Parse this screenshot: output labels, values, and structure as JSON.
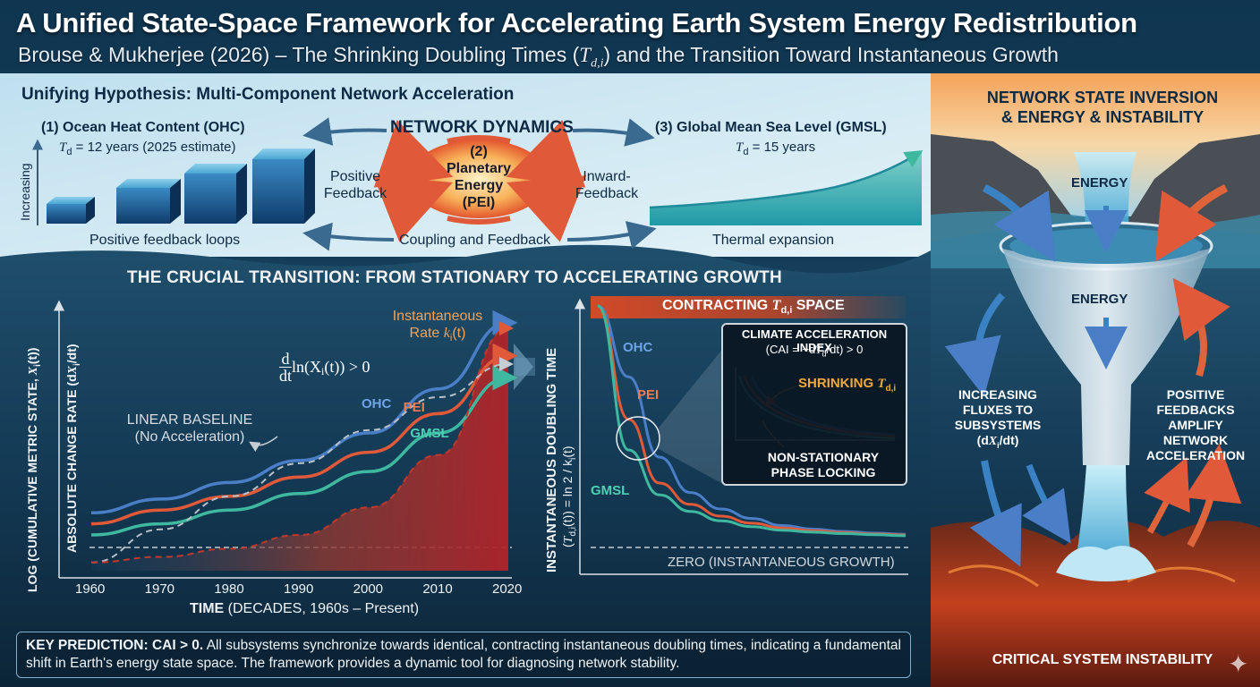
{
  "header": {
    "title": "A Unified State-Space Framework for Accelerating Earth System Energy Redistribution",
    "subtitle_pre": "Brouse & Mukherjee (2026) – The Shrinking Doubling Times (",
    "subtitle_sym": "T",
    "subtitle_sub": "d,i",
    "subtitle_post": ") and the Transition Toward Instantaneous Growth"
  },
  "hypothesis": {
    "heading": "Unifying Hypothesis: Multi-Component Network Acceleration",
    "ohc": {
      "title": "(1) Ocean Heat Content (OHC)",
      "td_sym": "T",
      "td_sub": "d",
      "td_text": " = 12 years (2025 estimate)",
      "axis_label": "Increasing",
      "caption": "Positive feedback loops"
    },
    "network": {
      "title": "NETWORK DYNAMICS",
      "core_l1": "(2)",
      "core_l2": "Planetary",
      "core_l3": "Energy",
      "core_l4": "(PEI)",
      "left_l1": "Positive",
      "left_l2": "Feedback",
      "right_l1": "Inward-",
      "right_l2": "Feedback",
      "caption": "Coupling and Feedback"
    },
    "gmsl": {
      "title": "(3) Global Mean Sea Level (GMSL)",
      "td_sym": "T",
      "td_sub": "d",
      "td_text": " = 15 years",
      "caption": "Thermal expansion"
    }
  },
  "transition": {
    "heading": "THE CRUCIAL TRANSITION: FROM STATIONARY TO ACCELERATING GROWTH",
    "y_label_outer": "LOG (CUMULATIVE METRIC STATE, ",
    "y_label_outer_sym": "X",
    "y_label_outer_sub": "i",
    "y_label_outer_end": "(t))",
    "y_label_inner": "ABSOLUTE CHANGE RATE (d",
    "y_label_inner_sym": "X",
    "y_label_inner_sub": "i",
    "y_label_inner_end": "/dt)",
    "x_label_bold": "TIME",
    "x_label_rest": " (DECADES, 1960s – Present)",
    "baseline_l1": "LINEAR BASELINE",
    "baseline_l2": "(No Acceleration)",
    "inst_l1": "Instantaneous",
    "inst_l2": "Rate ",
    "inst_sym": "k",
    "inst_sub": "i",
    "inst_end": "(t)",
    "eq_num": "d",
    "eq_den": "dt",
    "eq_rest": "ln(X",
    "eq_sub": "i",
    "eq_end": "(t)) > 0"
  },
  "doubling": {
    "banner_pre": "CONTRACTING ",
    "banner_sym": "T",
    "banner_sub": "d,i",
    "banner_post": " SPACE",
    "y_label": "INSTANTANEOUS DOUBLING TIME",
    "y_label2_pre": "(",
    "y_label2_sym": "T",
    "y_label2_sub": "d,i",
    "y_label2_post": "(t)) = ln 2 / k",
    "y_label2_sub2": "i",
    "y_label2_end": "(t)",
    "zero_label": "ZERO (INSTANTANEOUS GROWTH)",
    "cai_title": "CLIMATE ACCELERATION INDEX",
    "cai_formula_pre": "(CAI = −d",
    "cai_formula_sym": "T",
    "cai_formula_sub": "d",
    "cai_formula_post": "/dt) > 0",
    "shrink_pre": "SHRINKING ",
    "shrink_sym": "T",
    "shrink_sub": "d,i",
    "phase_l1": "NON-STATIONARY",
    "phase_l2": "PHASE LOCKING"
  },
  "prediction": {
    "bold": "KEY PREDICTION: CAI > 0.",
    "rest": " All subsystems synchronize towards identical, contracting instantaneous doubling times, indicating a fundamental shift in Earth's energy state space. The framework provides a dynamic tool for diagnosing network stability."
  },
  "right_panel": {
    "heading_l1": "NETWORK STATE INVERSION",
    "heading_l2": "& ENERGY & INSTABILITY",
    "energy_top": "ENERGY",
    "energy_mid": "ENERGY",
    "flux_l1": "INCREASING",
    "flux_l2": "FLUXES TO",
    "flux_l3": "SUBSYSTEMS",
    "flux_l4_pre": "(d",
    "flux_l4_sym": "X",
    "flux_l4_sub": "i",
    "flux_l4_post": "/dt)",
    "fb_l1": "POSITIVE",
    "fb_l2": "FEEDBACKS",
    "fb_l3": "AMPLIFY",
    "fb_l4": "NETWORK",
    "fb_l5": "ACCELERATION",
    "bottom": "CRITICAL SYSTEM INSTABILITY"
  },
  "chart_data": [
    {
      "type": "line",
      "title": "THE CRUCIAL TRANSITION: FROM STATIONARY TO ACCELERATING GROWTH",
      "xlabel": "TIME (DECADES, 1960s – Present)",
      "ylabel": "LOG (CUMULATIVE METRIC STATE, Xi(t)) / ABSOLUTE CHANGE RATE (dXi/dt)",
      "xlim": [
        1960,
        2020
      ],
      "ylim": [
        0,
        10
      ],
      "x_ticks": [
        "1960",
        "1970",
        "1980",
        "1990",
        "2000",
        "2010",
        "2020"
      ],
      "x": [
        1960,
        1970,
        1980,
        1990,
        2000,
        2010,
        2020
      ],
      "series": [
        {
          "name": "OHC",
          "color": "#4a7fc8",
          "values": [
            2.1,
            2.6,
            3.2,
            4.0,
            5.0,
            6.6,
            9.0
          ]
        },
        {
          "name": "PEI",
          "color": "#e05a3a",
          "values": [
            1.7,
            2.2,
            2.7,
            3.4,
            4.3,
            5.7,
            7.8
          ]
        },
        {
          "name": "GMSL",
          "color": "#3fb8a0",
          "values": [
            1.3,
            1.7,
            2.2,
            2.8,
            3.6,
            5.0,
            7.0
          ]
        },
        {
          "name": "LINEAR BASELINE",
          "color": "#b9c1c8",
          "values": [
            0.3,
            1.5,
            2.7,
            3.9,
            5.1,
            6.3,
            7.5
          ]
        },
        {
          "name": "Instantaneous Rate ki(t)",
          "color": "#c0392b",
          "values": [
            0.3,
            0.5,
            0.8,
            1.3,
            2.3,
            4.2,
            8.8
          ]
        }
      ]
    },
    {
      "type": "line",
      "title": "CONTRACTING Td,i SPACE",
      "ylabel": "INSTANTANEOUS DOUBLING TIME (Td,i(t)) = ln 2 / ki(t)",
      "xlim": [
        0,
        10
      ],
      "ylim": [
        0,
        10
      ],
      "x": [
        0,
        1,
        2,
        3,
        4,
        5,
        6,
        7,
        8,
        9,
        10
      ],
      "series": [
        {
          "name": "OHC",
          "color": "#4a7fc8",
          "values": [
            10,
            7.0,
            3.6,
            2.1,
            1.4,
            1.0,
            0.7,
            0.55,
            0.45,
            0.38,
            0.33
          ]
        },
        {
          "name": "PEI",
          "color": "#e05a3a",
          "values": [
            10,
            5.2,
            2.5,
            1.6,
            1.1,
            0.8,
            0.6,
            0.48,
            0.4,
            0.34,
            0.3
          ]
        },
        {
          "name": "GMSL",
          "color": "#3fb8a0",
          "values": [
            10,
            3.9,
            2.0,
            1.3,
            0.9,
            0.65,
            0.5,
            0.42,
            0.36,
            0.31,
            0.27
          ]
        }
      ]
    }
  ],
  "colors": {
    "ohc": "#4a7fc8",
    "pei": "#e05a3a",
    "gmsl": "#3fb8a0",
    "accent_orange": "#f2a93b",
    "navy": "#0d2a44"
  }
}
